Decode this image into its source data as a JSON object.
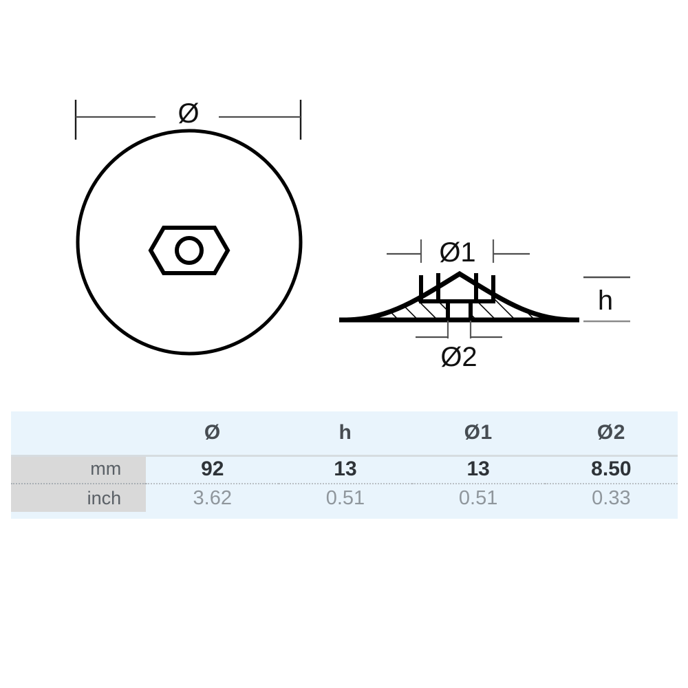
{
  "drawing": {
    "top_view": {
      "name": "top-view-circular-anode",
      "dimension_label": "Ø",
      "center_feature": "hex-nut-with-bore"
    },
    "section_view": {
      "name": "cross-section-view",
      "labels": {
        "bore_top": "Ø1",
        "bore_bottom": "Ø2",
        "height": "h"
      },
      "hatching": "section-hatch-45deg"
    },
    "line_color": "#000000",
    "dimension_line_color": "#666666"
  },
  "table": {
    "columns": [
      "",
      "Ø",
      "h",
      "Ø1",
      "Ø2"
    ],
    "rows": [
      {
        "unit": "mm",
        "values": [
          "92",
          "13",
          "13",
          "8.50"
        ]
      },
      {
        "unit": "inch",
        "values": [
          "3.62",
          "0.51",
          "0.51",
          "0.33"
        ]
      }
    ],
    "colors": {
      "panel_bg": "#e9f4fc",
      "unit_cell_bg": "#d9d9d9",
      "header_text": "#464c52",
      "mm_text": "#2e3338",
      "inch_text": "#8f969c",
      "divider": "#d6dce0"
    }
  }
}
